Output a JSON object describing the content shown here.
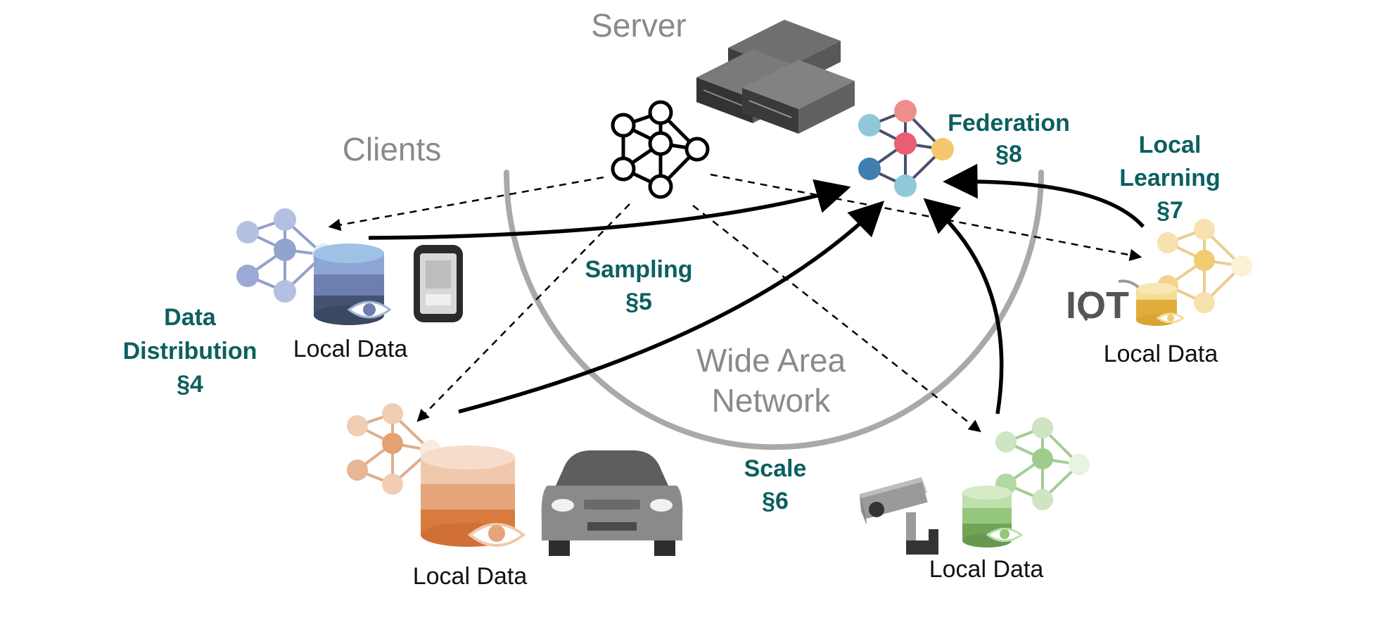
{
  "labels": {
    "server": "Server",
    "clients": "Clients",
    "wan_line1": "Wide Area",
    "wan_line2": "Network",
    "local_data": "Local Data"
  },
  "sections": {
    "federation": {
      "line1": "Federation",
      "line2": "§8"
    },
    "local_learning": {
      "line1": "Local",
      "line2": "Learning",
      "line3": "§7"
    },
    "sampling": {
      "line1": "Sampling",
      "line2": "§5"
    },
    "data_distribution": {
      "line1": "Data",
      "line2": "Distribution",
      "line3": "§4"
    },
    "scale": {
      "line1": "Scale",
      "line2": "§6"
    }
  },
  "icons": {
    "iot_text": "IOT"
  },
  "colors": {
    "teal": "#0c5f5f",
    "gray_label": "#8a8a8a",
    "blue_client": "#7f93c6",
    "orange_client": "#e0915a",
    "green_client": "#8fc47a",
    "yellow_client": "#f0c45a"
  }
}
